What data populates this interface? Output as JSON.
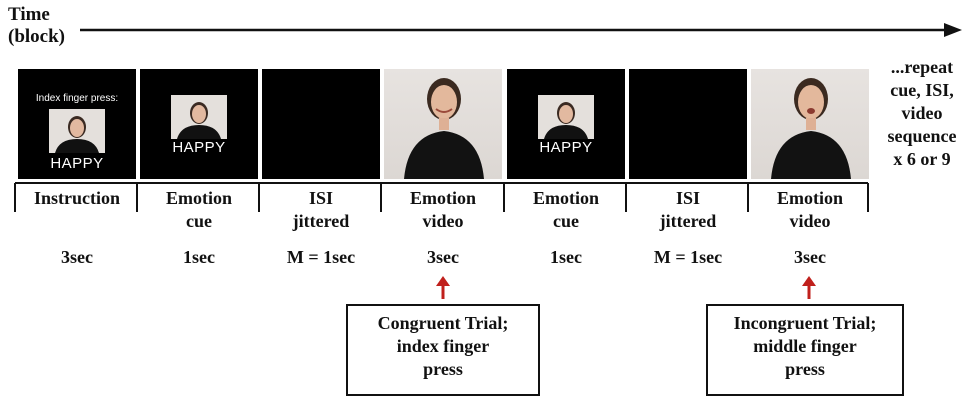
{
  "header": {
    "time_line1": "Time",
    "time_line2": "(block)"
  },
  "frames": [
    {
      "kind": "instruction",
      "title": "Instruction",
      "duration": "3sec",
      "overlay_text": "Index finger press:",
      "label": "HAPPY"
    },
    {
      "kind": "cue",
      "title_line1": "Emotion",
      "title_line2": "cue",
      "duration": "1sec",
      "label": "HAPPY"
    },
    {
      "kind": "isi",
      "title_line1": "ISI",
      "title_line2": "jittered",
      "duration": "M = 1sec"
    },
    {
      "kind": "video",
      "title_line1": "Emotion",
      "title_line2": "video",
      "duration": "3sec"
    },
    {
      "kind": "cue",
      "title_line1": "Emotion",
      "title_line2": "cue",
      "duration": "1sec",
      "label": "HAPPY"
    },
    {
      "kind": "isi",
      "title_line1": "ISI",
      "title_line2": "jittered",
      "duration": "M = 1sec"
    },
    {
      "kind": "video",
      "title_line1": "Emotion",
      "title_line2": "video",
      "duration": "3sec"
    }
  ],
  "repeat_note": {
    "line1": "...repeat",
    "line2": "cue, ISI,",
    "line3": "video",
    "line4": "sequence",
    "line5": "x 6 or 9"
  },
  "callouts": {
    "congruent": {
      "line1": "Congruent Trial;",
      "line2": "index finger",
      "line3": "press"
    },
    "incongruent": {
      "line1": "Incongruent Trial;",
      "line2": "middle finger",
      "line3": "press"
    }
  },
  "colors": {
    "arrow_red": "#c0201c",
    "frame_black": "#000000"
  }
}
